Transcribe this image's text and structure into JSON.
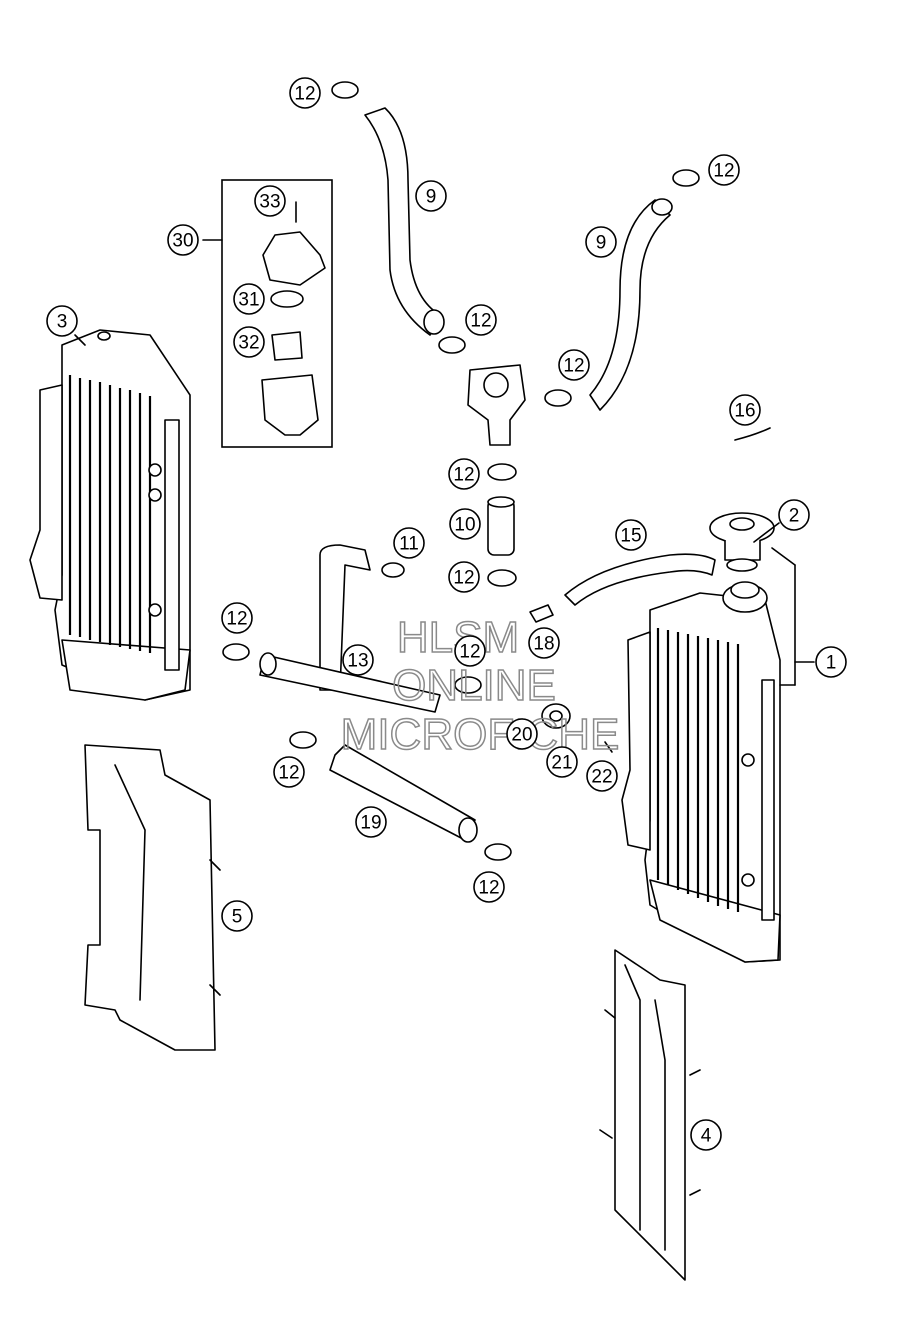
{
  "diagram": {
    "callouts": [
      "1",
      "2",
      "3",
      "4",
      "5",
      "9",
      "9",
      "10",
      "11",
      "12",
      "12",
      "12",
      "12",
      "12",
      "12",
      "12",
      "12",
      "12",
      "12",
      "13",
      "15",
      "16",
      "18",
      "19",
      "20",
      "21",
      "22",
      "30",
      "31",
      "32",
      "33"
    ],
    "watermark": [
      "HLSM",
      "ONLINE",
      "MICROFICHE"
    ]
  }
}
